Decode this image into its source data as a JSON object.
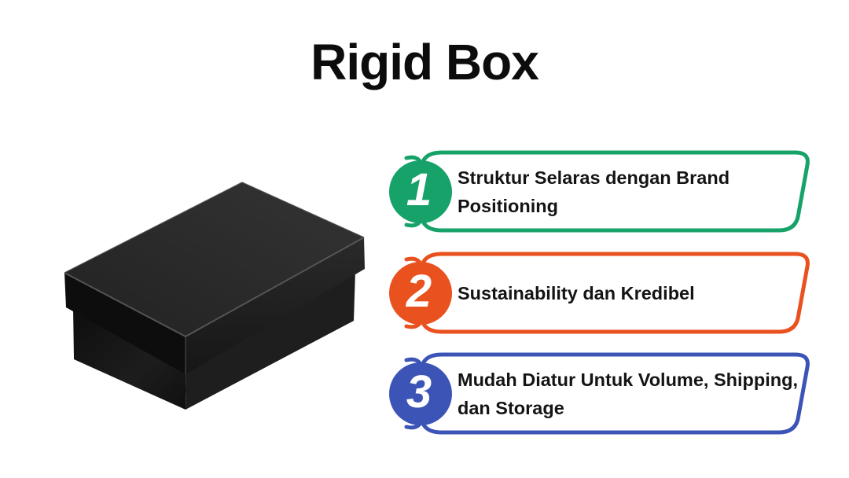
{
  "title": "Rigid Box",
  "product_image": {
    "label": "Black rigid box with lid"
  },
  "callouts": [
    {
      "number": "1",
      "text": "Struktur Selaras dengan Brand Positioning",
      "accent": "#16A269"
    },
    {
      "number": "2",
      "text": "Sustainability dan Kredibel",
      "accent": "#E9511F"
    },
    {
      "number": "3",
      "text": "Mudah Diatur Untuk Volume, Shipping, dan Storage",
      "accent": "#3C54B6"
    }
  ]
}
